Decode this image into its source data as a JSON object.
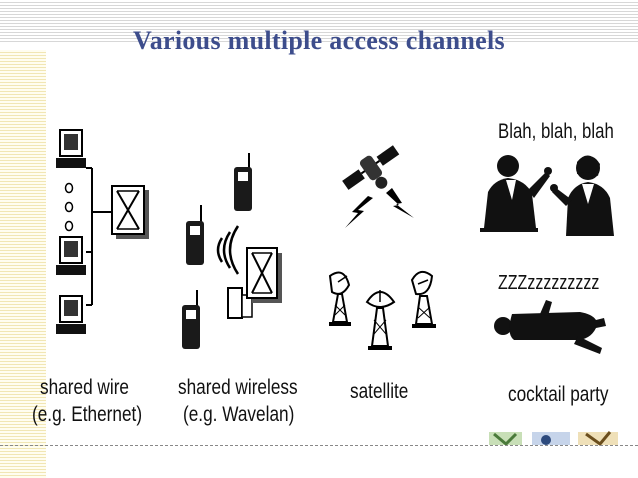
{
  "slide": {
    "title": "Various multiple access channels"
  },
  "panels": [
    {
      "caption_line1": "shared wire",
      "caption_line2": "(e.g. Ethernet)"
    },
    {
      "caption_line1": "shared wireless",
      "caption_line2": "(e.g. Wavelan)"
    },
    {
      "caption_line1": "satellite"
    },
    {
      "caption_line1": "cocktail party",
      "speech_text": "Blah, blah, blah",
      "snore_text": "ZZZzzzzzzzzz"
    }
  ],
  "colors": {
    "title": "#3d4d8c",
    "top_stripes": "#d7d7d7",
    "left_stripes": "#f1e6b4"
  }
}
